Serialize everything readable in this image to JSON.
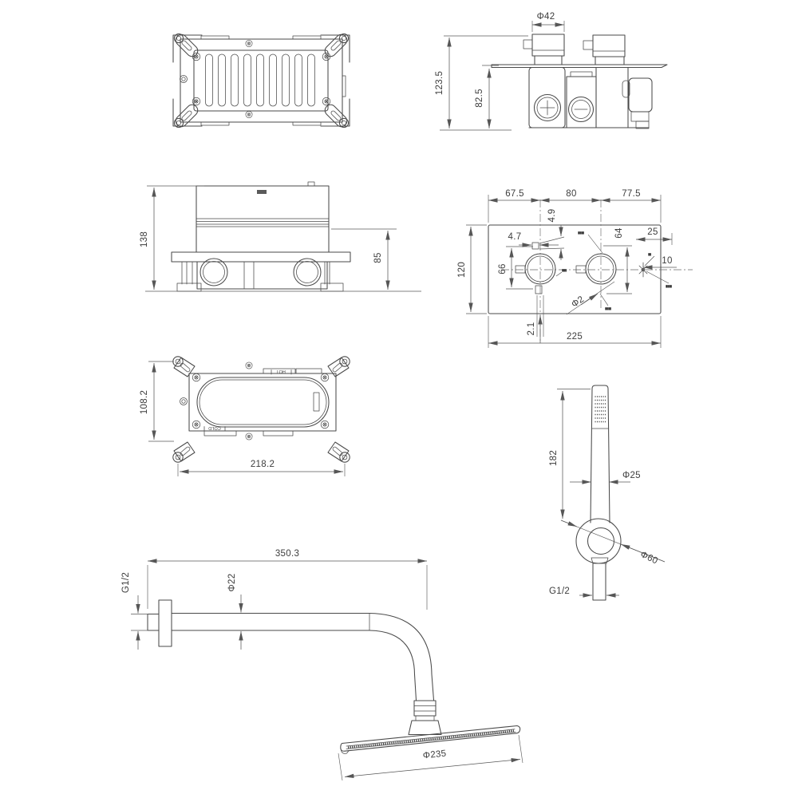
{
  "views": {
    "valve_side": {
      "dia_cap": "Φ42",
      "height_total": "123.5",
      "height_body": "82.5"
    },
    "box_side": {
      "height_total": "138",
      "height_body": "85"
    },
    "trim_plate": {
      "top_seg_left": "67.5",
      "top_seg_mid": "80",
      "top_seg_right": "77.5",
      "height": "120",
      "width": "225",
      "notch_width": "4.7",
      "notch_height": "4.9",
      "left_span": "66",
      "right_span": "64",
      "right_inset": "25",
      "pin_offset": "10",
      "hole_dia": "Φ2",
      "bottom_offset": "2.1",
      "note_1": "▮▮▮▮",
      "note_2": "▮▮",
      "note_3": "▮▮▮▮",
      "note_4": "▮▮▮",
      "note_5": "▮▮▮▮"
    },
    "wall_bracket": {
      "height": "108.2",
      "width": "218.2",
      "hot": "HOT",
      "cold": "COLD"
    },
    "hand_shower": {
      "length": "182",
      "wand_dia": "Φ25",
      "holder_dia": "Φ60",
      "thread": "G1/2"
    },
    "shower_arm": {
      "length": "350.3",
      "thread": "G1/2",
      "pipe_dia": "Φ22",
      "head_dia": "Φ235"
    }
  }
}
